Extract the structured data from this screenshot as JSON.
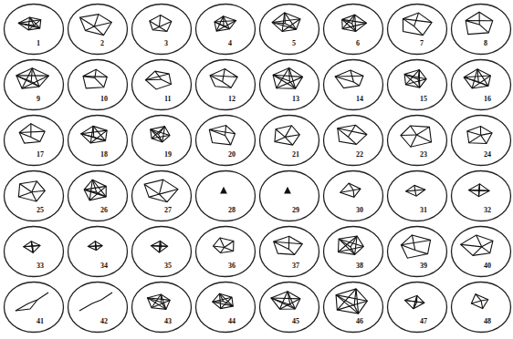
{
  "diagram": {
    "nodes": [
      {
        "text": [
          "1"
        ]
      },
      {
        "text": [
          "2"
        ]
      },
      {
        "text": [
          "3"
        ]
      },
      {
        "text": [
          "4"
        ]
      },
      {
        "text": [
          "5"
        ]
      },
      {
        "text": [
          "6"
        ]
      },
      {
        "text": [
          "7"
        ]
      },
      {
        "text": [
          "8"
        ]
      },
      {
        "text": [
          "9"
        ]
      },
      {
        "text": [
          "10"
        ]
      },
      {
        "text": [
          "11"
        ]
      },
      {
        "text": [
          "12"
        ]
      },
      {
        "text": [
          "13"
        ]
      },
      {
        "text": [
          "14"
        ]
      },
      {
        "text": [
          "15"
        ]
      },
      {
        "text": [
          "16"
        ]
      },
      {
        "text": [
          "17"
        ]
      },
      {
        "text": [
          "18"
        ]
      },
      {
        "text": [
          "19"
        ]
      },
      {
        "text": [
          "20"
        ]
      },
      {
        "text": [
          "21"
        ]
      },
      {
        "text": [
          "22"
        ]
      },
      {
        "text": [
          "23"
        ]
      },
      {
        "text": [
          "24"
        ]
      },
      {
        "text": [
          "25"
        ]
      },
      {
        "text": [
          "26"
        ]
      },
      {
        "text": [
          "27"
        ]
      },
      {
        "text": [
          "28"
        ]
      },
      {
        "text": [
          "29"
        ]
      },
      {
        "text": [
          "30"
        ]
      },
      {
        "text": [
          "31"
        ]
      },
      {
        "text": [
          "32"
        ]
      },
      {
        "text": [
          "33"
        ]
      },
      {
        "text": [
          "34"
        ]
      },
      {
        "text": [
          "35"
        ]
      },
      {
        "text": [
          "36"
        ]
      },
      {
        "text": [
          "37"
        ]
      },
      {
        "text": [
          "38"
        ]
      },
      {
        "text": [
          "39"
        ]
      },
      {
        "text": [
          "40"
        ]
      },
      {
        "text": [
          "41"
        ]
      },
      {
        "text": [
          "42"
        ]
      },
      {
        "text": [
          "43"
        ]
      },
      {
        "text": [
          "44"
        ]
      },
      {
        "text": [
          "45"
        ]
      },
      {
        "text": [
          "46"
        ]
      },
      {
        "text": [
          "47"
        ]
      },
      {
        "text": [
          "48"
        ]
      }
    ]
  }
}
